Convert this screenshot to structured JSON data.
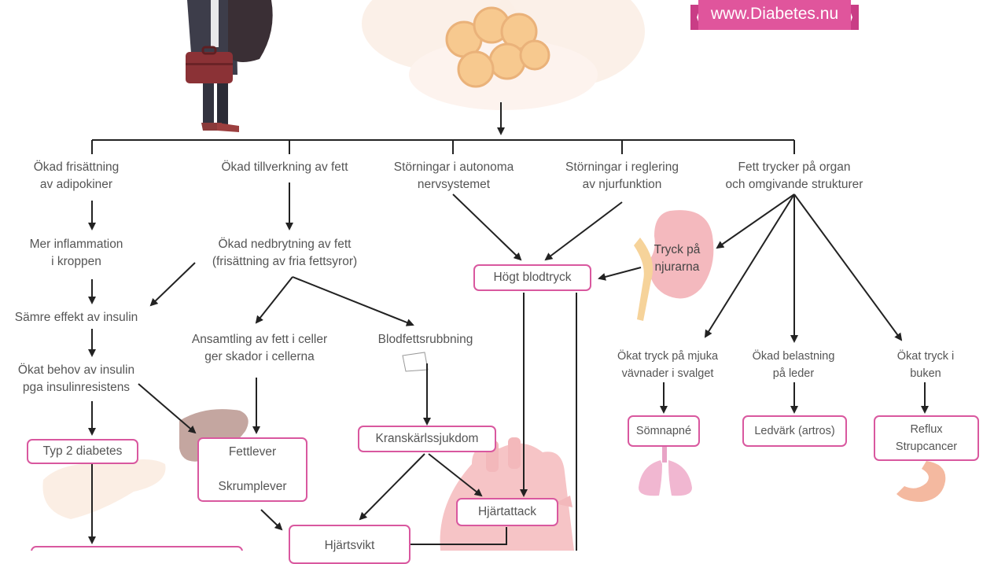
{
  "website": "www.Diabetes.nu",
  "colors": {
    "accent": "#d9589f",
    "line": "#222222",
    "text": "#555555",
    "illustration": "#f6c4c6"
  },
  "top_row": [
    {
      "line1": "Ökad frisättning",
      "line2": "av adipokiner"
    },
    {
      "line1": "Ökad tillverkning av fett",
      "line2": ""
    },
    {
      "line1": "Störningar i autonoma",
      "line2": "nervsystemet"
    },
    {
      "line1": "Störningar i reglering",
      "line2": "av njurfunktion"
    },
    {
      "line1": "Fett trycker på organ",
      "line2": "och omgivande strukturer"
    }
  ],
  "left_chain": {
    "inflammation": {
      "line1": "Mer inflammation",
      "line2": "i kroppen"
    },
    "insulin_effect": "Sämre effekt av insulin",
    "insulin_need": {
      "line1": "Ökat behov av insulin",
      "line2": "pga insulinresistens"
    }
  },
  "fat_chain": {
    "breakdown": {
      "line1": "Ökad nedbrytning av fett",
      "line2": "(frisättning av fria fettsyror)"
    },
    "accumulation": {
      "line1": "Ansamtling av fett i celler",
      "line2": "ger skador i cellerna"
    },
    "lipid_disorder": "Blodfettsrubbning"
  },
  "kidney_label": {
    "line1": "Tryck på",
    "line2": "njurarna"
  },
  "right_chain": [
    {
      "line1": "Ökat tryck på mjuka",
      "line2": "vävnader i svalget"
    },
    {
      "line1": "Ökad belastning",
      "line2": "på leder"
    },
    {
      "line1": "Ökat tryck i",
      "line2": "buken"
    }
  ],
  "boxes": {
    "high_bp": "Högt blodtryck",
    "type2": "Typ 2 diabetes",
    "fatty_liver": "Fettlever",
    "cirrhosis": "Skrumplever",
    "coronary": "Kranskärlssjukdom",
    "heart_attack": "Hjärtattack",
    "heart_failure": "Hjärtsvikt",
    "sleep_apnea": "Sömnapné",
    "joint_pain": "Ledvärk (artros)",
    "reflux": "Reflux",
    "throat_cancer": "Strupcancer"
  }
}
